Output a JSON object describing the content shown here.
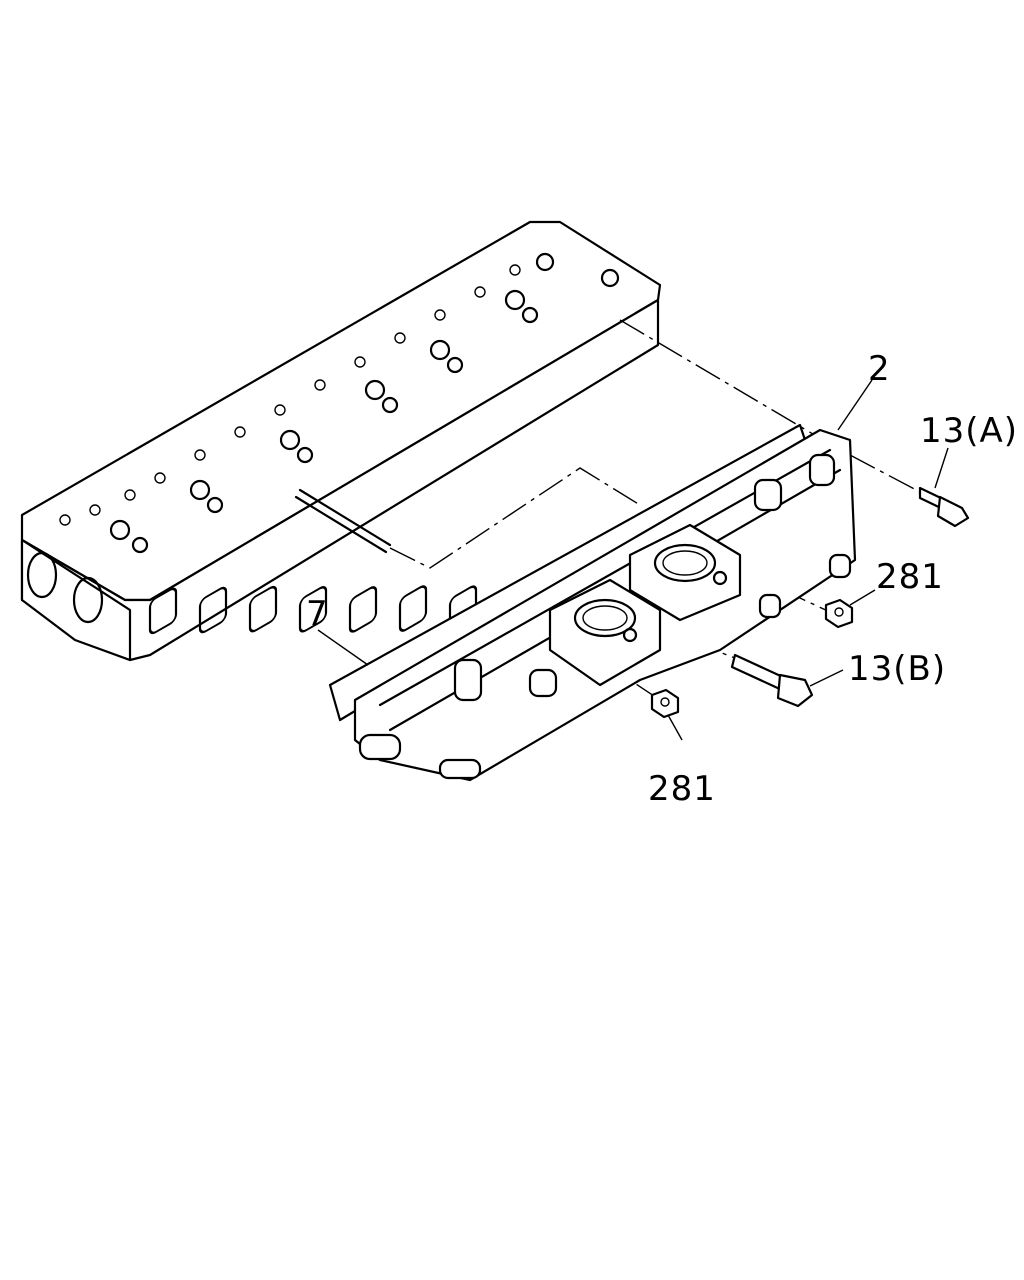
{
  "diagram": {
    "callouts": {
      "head": "2",
      "gasket": "7",
      "bolt_a": "13(A)",
      "bolt_b": "13(B)",
      "nut_upper": "281",
      "nut_lower": "281"
    }
  }
}
